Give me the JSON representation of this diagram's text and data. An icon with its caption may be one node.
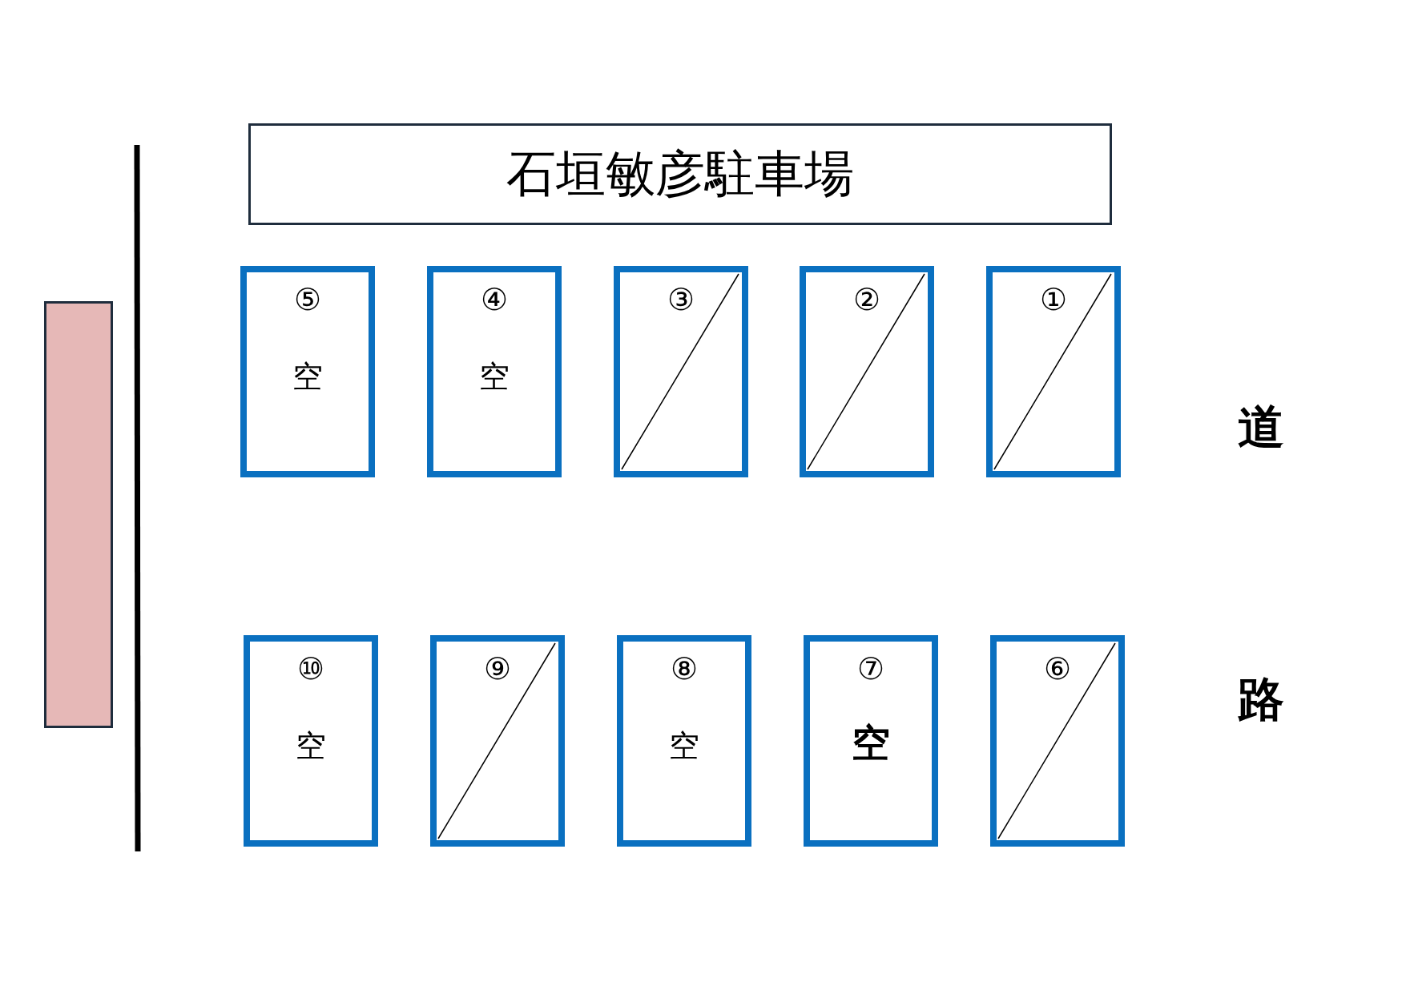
{
  "diagram": {
    "nodes": [
      {
        "text": [
          "石垣敏彦駐車場"
        ]
      },
      {
        "text": [],
        "shape": "box"
      },
      {
        "text": [
          "⑤",
          "空"
        ]
      },
      {
        "text": [
          "④",
          "空"
        ]
      },
      {
        "text": [
          "③"
        ]
      },
      {
        "text": [
          "②"
        ]
      },
      {
        "text": [
          "①"
        ]
      },
      {
        "text": [
          "⑩",
          "空"
        ]
      },
      {
        "text": [
          "⑨"
        ]
      },
      {
        "text": [
          "⑧",
          "空"
        ]
      },
      {
        "text": [
          "⑦",
          "空"
        ]
      },
      {
        "text": [
          "⑥"
        ]
      }
    ],
    "labels": [
      "道",
      "路"
    ]
  }
}
